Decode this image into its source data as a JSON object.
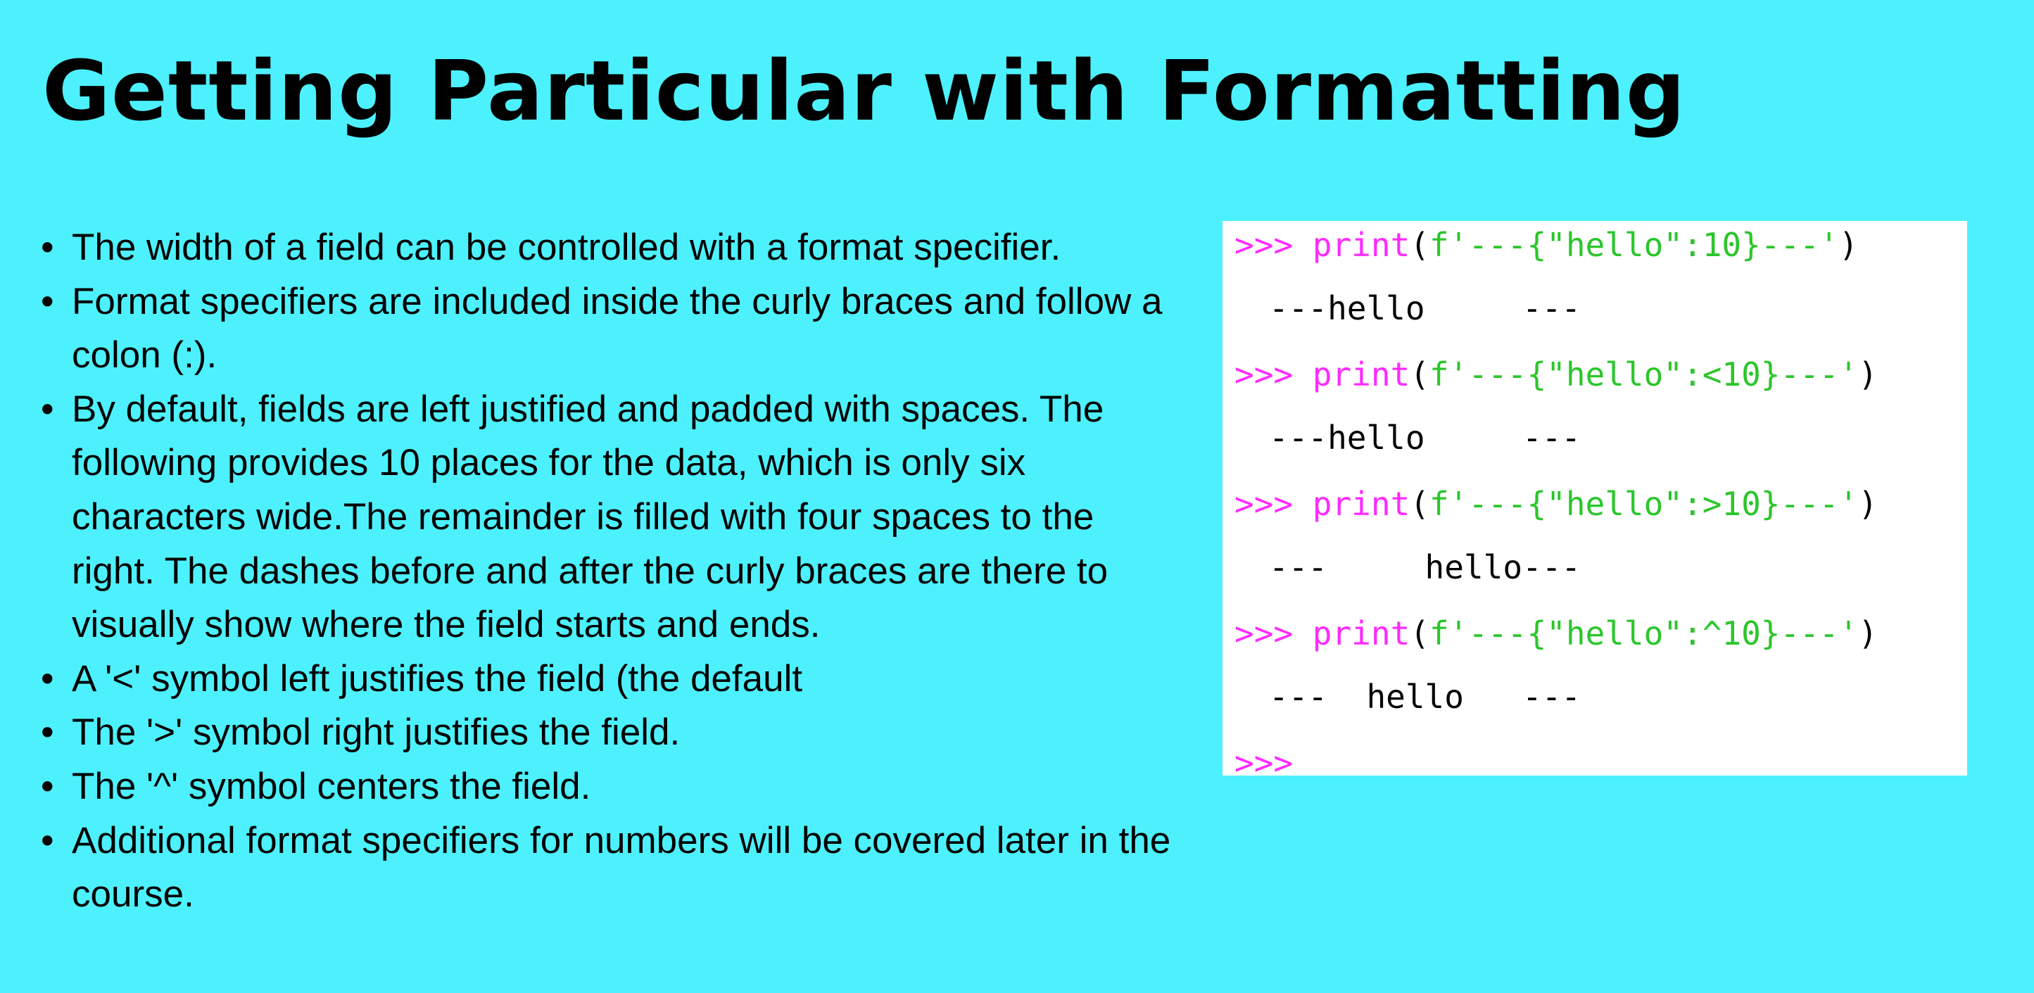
{
  "slide": {
    "title": "Getting Particular with Formatting",
    "background": "#4df1fd"
  },
  "bullets": [
    "The width of a field can be controlled with a format specifier.",
    "Format specifiers are included inside the curly braces and follow a colon (:).",
    "By default, fields are left justified and padded with spaces. The following provides 10 places for the data, which is only six characters wide.The remainder is filled with four spaces to the right.  The dashes before and after the curly braces are there to visually show where the field starts and ends.",
    "A '<' symbol left justifies the field (the default",
    "The '>' symbol right justifies the field.",
    "The '^' symbol centers the field.",
    "Additional format specifiers for numbers will be covered later in the course."
  ],
  "code": {
    "prompt": ">>>",
    "func": "print",
    "open_paren": "(",
    "close_paren": ")",
    "colors": {
      "prompt": "#ff2aff",
      "string": "#2bc62b",
      "output": "#000000"
    },
    "examples": [
      {
        "arg": "f'---{\"hello\":10}---'",
        "output": "---hello     ---"
      },
      {
        "arg": "f'---{\"hello\":<10}---'",
        "output": "---hello     ---"
      },
      {
        "arg": "f'---{\"hello\":>10}---'",
        "output": "---     hello---"
      },
      {
        "arg": "f'---{\"hello\":^10}---'",
        "output": "---  hello   ---"
      }
    ],
    "final_prompt": ">>>"
  }
}
